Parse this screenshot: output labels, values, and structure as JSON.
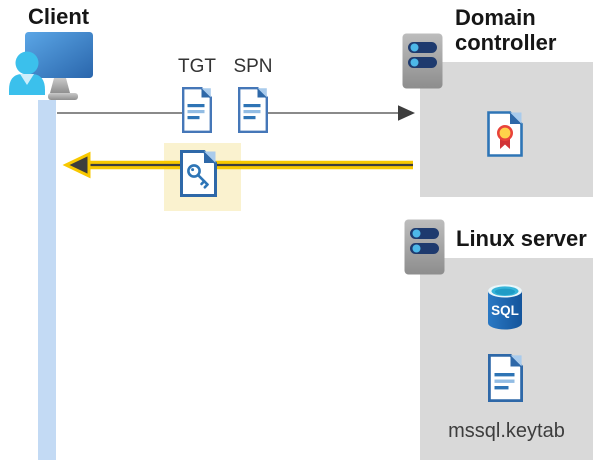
{
  "client": {
    "title": "Client"
  },
  "flow": {
    "tgt_label": "TGT",
    "spn_label": "SPN",
    "request_arrow": "client-to-domain-controller",
    "response_arrow": "domain-controller-to-client"
  },
  "domain_controller": {
    "title": "Domain controller"
  },
  "linux_server": {
    "title": "Linux server",
    "sql_badge": "SQL",
    "keytab_filename": "mssql.keytab"
  },
  "icons": {
    "client": "user-at-computer-icon",
    "domain_controller": "server-icon",
    "linux_server": "server-icon",
    "tgt": "document-icon",
    "spn": "document-icon",
    "service_ticket": "key-document-icon",
    "certificate": "certificate-icon",
    "database": "sql-database-icon",
    "keytab": "document-icon"
  },
  "colors": {
    "panel_gray": "#d9d9d9",
    "highlight_cream": "#faf2cf",
    "lifeline_blue": "#c3daf4",
    "icon_blue": "#2e75b6",
    "accent_yellow": "#f8c800",
    "arrow_dark": "#3d3d3d",
    "arrow_gray": "#7a7a7a",
    "person_cyan": "#3bc0ec",
    "seal_gold": "#ffd24a",
    "ribbon_red": "#d13438"
  }
}
